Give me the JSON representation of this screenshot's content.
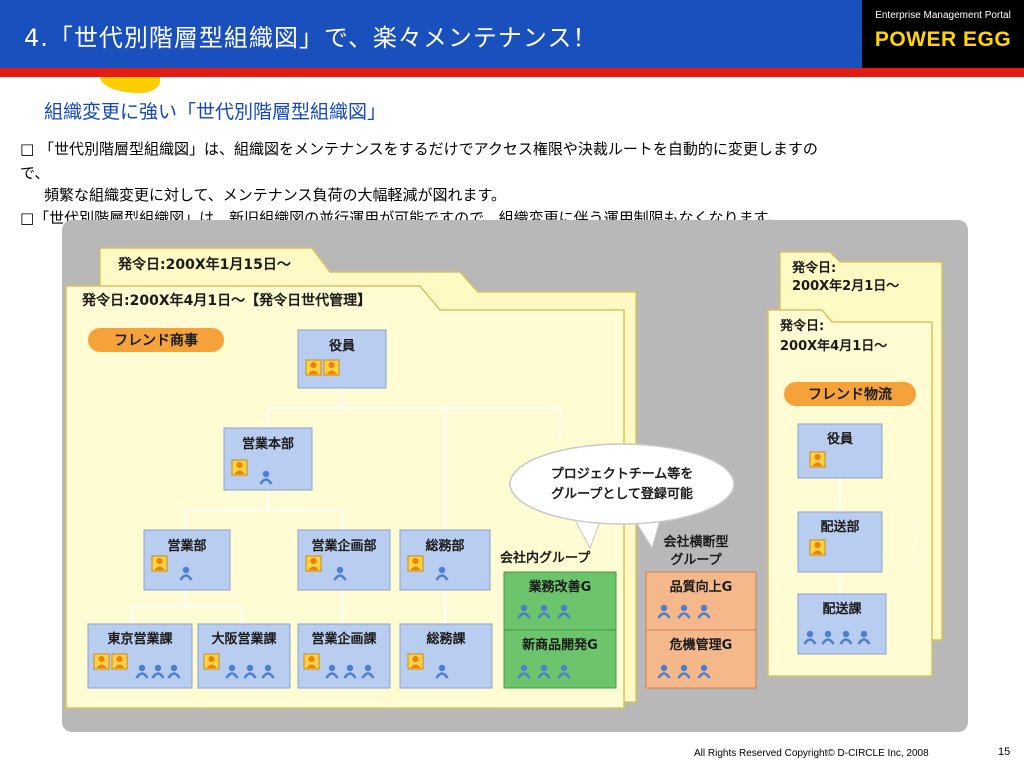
{
  "header": {
    "title": "4.「世代別階層型組織図」で、楽々メンテナンス！",
    "brand_subtitle": "Enterprise Management Portal",
    "brand_name": "POWER EGG"
  },
  "subtitle": "組織変更に強い「世代別階層型組織図」",
  "paragraphs": {
    "p1": "□ 「世代別階層型組織図」は、組織図をメンテナンスをするだけでアクセス権限や決裁ルートを自動的に変更しますの",
    "p1_cont": "で、",
    "p2": "頻繁な組織変更に対して、メンテナンス負荷の大幅軽減が図れます。",
    "p3": "□「世代別階層型組織図」は、新旧組織図の並行運用が可能ですので、組織変更に伴う運用制限もなくなります。"
  },
  "diagram": {
    "folder_back_label": "発令日:200X年1月15日〜",
    "folder_front_label": "発令日:200X年4月1日〜【発令日世代管理】",
    "company_tag": "フレンド商事",
    "nodes": {
      "officers": "役員",
      "sales_hq": "営業本部",
      "sales_dept": "営業部",
      "sales_planning_dept": "営業企画部",
      "general_affairs_dept": "総務部",
      "tokyo_sales": "東京営業課",
      "osaka_sales": "大阪営業課",
      "sales_planning_sec": "営業企画課",
      "general_affairs_sec": "総務課"
    },
    "callout": [
      "プロジェクトチーム等を",
      "グループとして登録可能"
    ],
    "internal_group_title": "会社内グループ",
    "internal_groups": [
      "業務改善G",
      "新商品開発G"
    ],
    "cross_group_title": [
      "会社横断型",
      "グループ"
    ],
    "cross_groups": [
      "品質向上G",
      "危機管理G"
    ],
    "right_back_label": [
      "発令日:",
      "200X年2月1日〜"
    ],
    "right_front_label": [
      "発令日:",
      "200X年4月1日〜"
    ],
    "right_company_tag": "フレンド物流",
    "right_nodes": [
      "役員",
      "配送部",
      "配送課"
    ]
  },
  "footer": {
    "copyright": "All Rights Reserved Copyright© D-CIRCLE  Inc, 2008",
    "page_number": "15"
  }
}
